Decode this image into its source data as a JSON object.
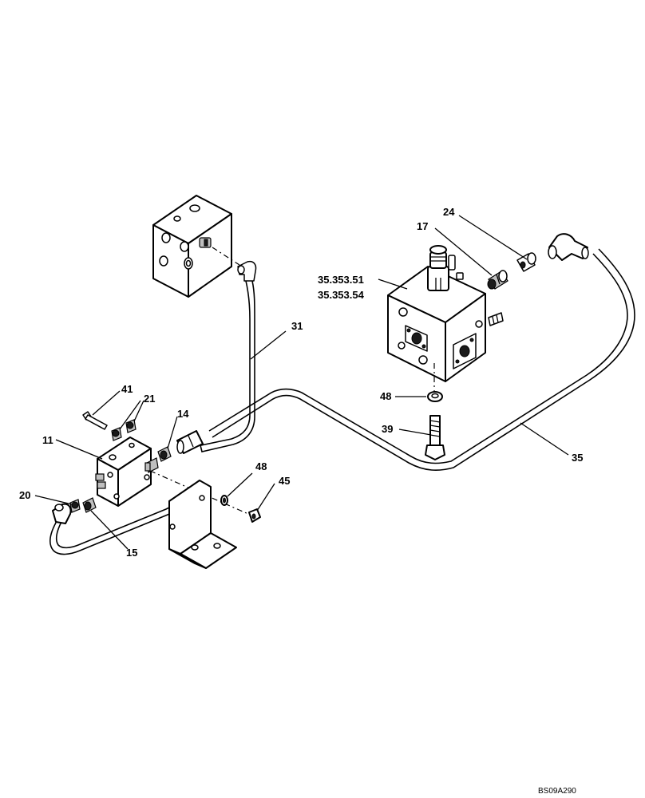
{
  "callouts": {
    "c24": "24",
    "c17": "17",
    "c3535351": "35.353.51",
    "c3535354": "35.353.54",
    "c31": "31",
    "c41": "41",
    "c21": "21",
    "c14": "14",
    "c11": "11",
    "c48a": "48",
    "c39": "39",
    "c35": "35",
    "c48b": "48",
    "c45": "45",
    "c20": "20",
    "c15": "15"
  },
  "drawing_ref": "BS09A290"
}
